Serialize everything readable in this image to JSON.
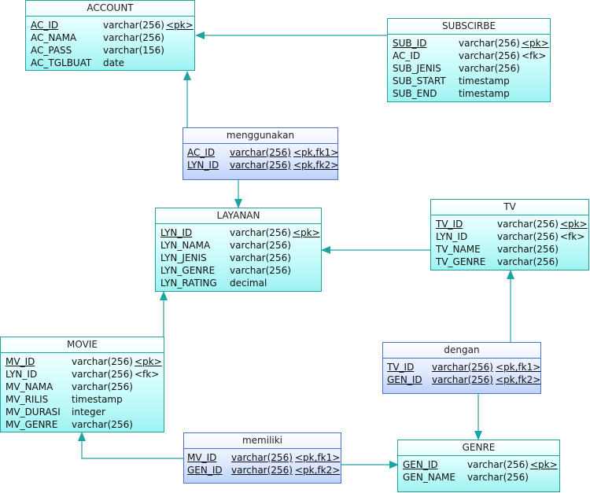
{
  "colors": {
    "line": "#1ea3a3",
    "entity_border": "#1ea3a3",
    "assoc_border": "#4a72c8"
  },
  "entities": {
    "account": {
      "name": "ACCOUNT",
      "rows": [
        {
          "name": "AC_ID",
          "type": "varchar(256)",
          "key": "<pk>"
        },
        {
          "name": "AC_NAMA",
          "type": "varchar(256)",
          "key": ""
        },
        {
          "name": "AC_PASS",
          "type": "varchar(156)",
          "key": ""
        },
        {
          "name": "AC_TGLBUAT",
          "type": "date",
          "key": ""
        }
      ]
    },
    "subscribe": {
      "name": "SUBSCIRBE",
      "rows": [
        {
          "name": "SUB_ID",
          "type": "varchar(256)",
          "key": "<pk>"
        },
        {
          "name": "AC_ID",
          "type": "varchar(256)",
          "key": "<fk>"
        },
        {
          "name": "SUB_JENIS",
          "type": "varchar(256)",
          "key": ""
        },
        {
          "name": "SUB_START",
          "type": "timestamp",
          "key": ""
        },
        {
          "name": "SUB_END",
          "type": "timestamp",
          "key": ""
        }
      ]
    },
    "menggunakan": {
      "name": "menggunakan",
      "rows": [
        {
          "name": "AC_ID",
          "type": "varchar(256)",
          "key": "<pk,fk1>"
        },
        {
          "name": "LYN_ID",
          "type": "varchar(256)",
          "key": "<pk,fk2>"
        }
      ]
    },
    "layanan": {
      "name": "LAYANAN",
      "rows": [
        {
          "name": "LYN_ID",
          "type": "varchar(256)",
          "key": "<pk>"
        },
        {
          "name": "LYN_NAMA",
          "type": "varchar(256)",
          "key": ""
        },
        {
          "name": "LYN_JENIS",
          "type": "varchar(256)",
          "key": ""
        },
        {
          "name": "LYN_GENRE",
          "type": "varchar(256)",
          "key": ""
        },
        {
          "name": "LYN_RATING",
          "type": "decimal",
          "key": ""
        }
      ]
    },
    "tv": {
      "name": "TV",
      "rows": [
        {
          "name": "TV_ID",
          "type": "varchar(256)",
          "key": "<pk>"
        },
        {
          "name": "LYN_ID",
          "type": "varchar(256)",
          "key": "<fk>"
        },
        {
          "name": "TV_NAME",
          "type": "varchar(256)",
          "key": ""
        },
        {
          "name": "TV_GENRE",
          "type": "varchar(256)",
          "key": ""
        }
      ]
    },
    "movie": {
      "name": "MOVIE",
      "rows": [
        {
          "name": "MV_ID",
          "type": "varchar(256)",
          "key": "<pk>"
        },
        {
          "name": "LYN_ID",
          "type": "varchar(256)",
          "key": "<fk>"
        },
        {
          "name": "MV_NAMA",
          "type": "varchar(256)",
          "key": ""
        },
        {
          "name": "MV_RILIS",
          "type": "timestamp",
          "key": ""
        },
        {
          "name": "MV_DURASI",
          "type": "integer",
          "key": ""
        },
        {
          "name": "MV_GENRE",
          "type": "varchar(256)",
          "key": ""
        }
      ]
    },
    "dengan": {
      "name": "dengan",
      "rows": [
        {
          "name": "TV_ID",
          "type": "varchar(256)",
          "key": "<pk,fk1>"
        },
        {
          "name": "GEN_ID",
          "type": "varchar(256)",
          "key": "<pk,fk2>"
        }
      ]
    },
    "memiliki": {
      "name": "memiliki",
      "rows": [
        {
          "name": "MV_ID",
          "type": "varchar(256)",
          "key": "<pk,fk1>"
        },
        {
          "name": "GEN_ID",
          "type": "varchar(256)",
          "key": "<pk,fk2>"
        }
      ]
    },
    "genre": {
      "name": "GENRE",
      "rows": [
        {
          "name": "GEN_ID",
          "type": "varchar(256)",
          "key": "<pk>"
        },
        {
          "name": "GEN_NAME",
          "type": "varchar(256)",
          "key": ""
        }
      ]
    }
  }
}
